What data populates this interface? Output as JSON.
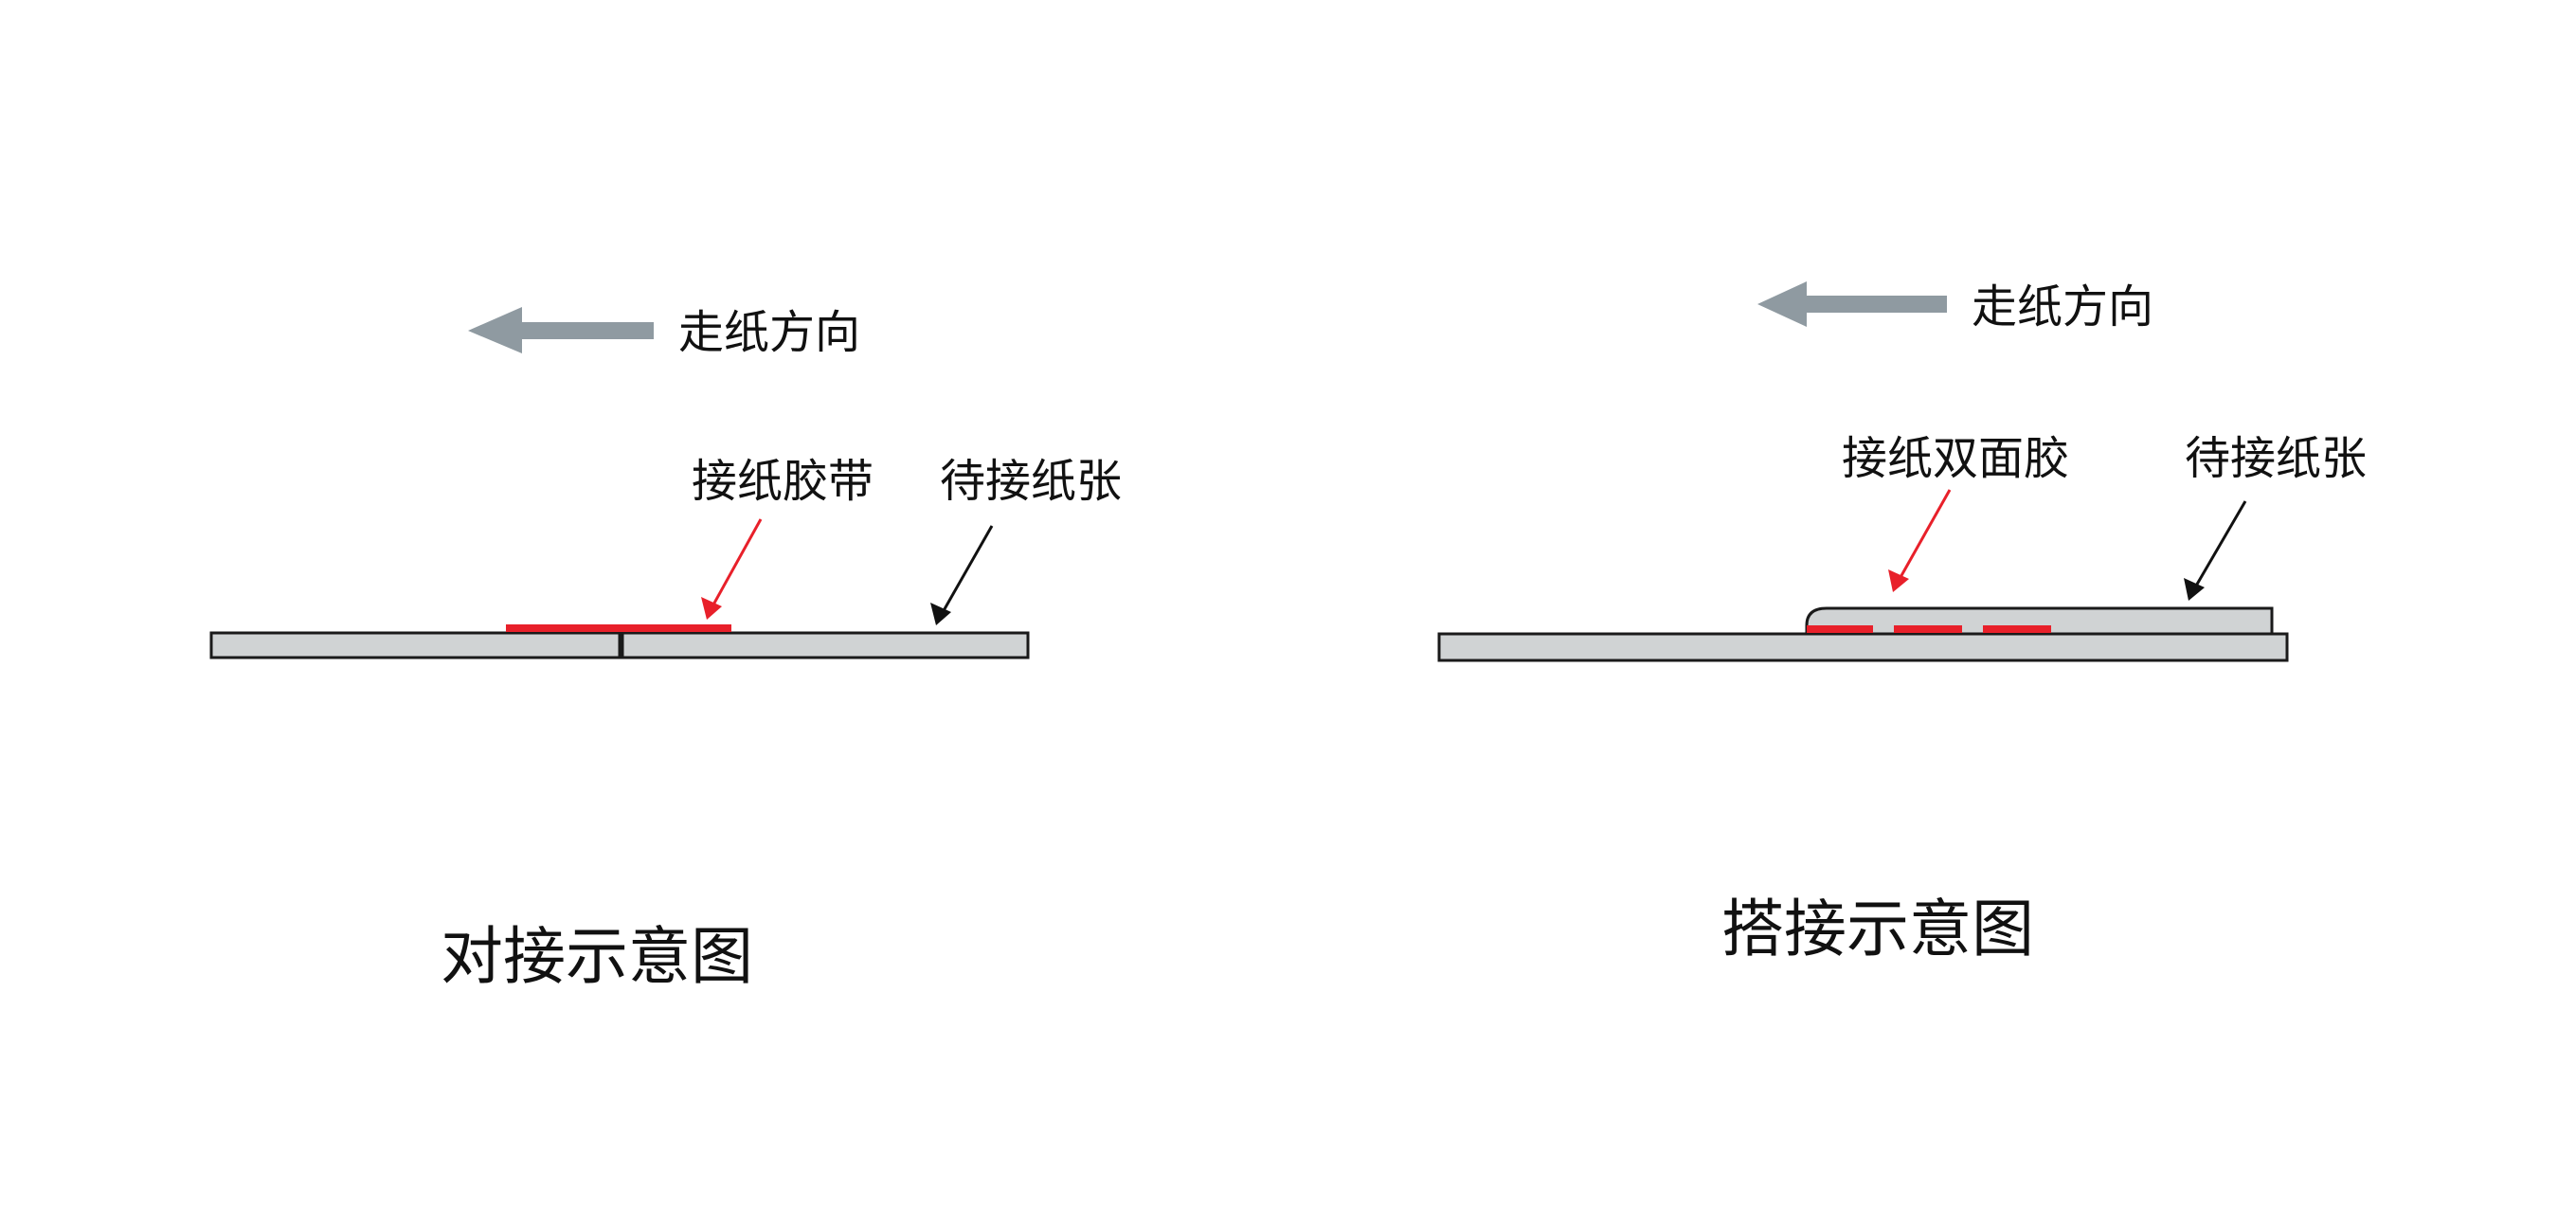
{
  "colors": {
    "sheet_fill": "#d0d3d4",
    "sheet_stroke": "#1a1a1a",
    "tape": "#e8202a",
    "direction_arrow": "#8f9aa1",
    "pointer_black": "#111111"
  },
  "butt_joint": {
    "direction_label": "走纸方向",
    "tape_label": "接纸胶带",
    "sheet_label": "待接纸张",
    "title": "对接示意图"
  },
  "lap_joint": {
    "direction_label": "走纸方向",
    "tape_label": "接纸双面胶",
    "sheet_label": "待接纸张",
    "title": "搭接示意图"
  }
}
